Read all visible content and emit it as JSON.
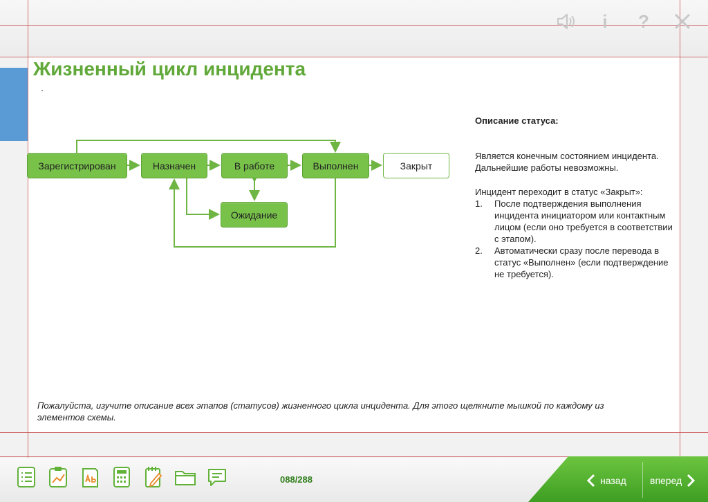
{
  "header": {
    "icons": [
      "speaker-icon",
      "info-icon",
      "help-icon",
      "close-icon"
    ],
    "info_glyph": "i",
    "help_glyph": "?"
  },
  "page": {
    "title": "Жизненный цикл инцидента"
  },
  "diagram": {
    "nodes": [
      {
        "id": "registered",
        "label": "Зарегистрирован",
        "selected": false
      },
      {
        "id": "assigned",
        "label": "Назначен",
        "selected": false
      },
      {
        "id": "in_progress",
        "label": "В работе",
        "selected": false
      },
      {
        "id": "done",
        "label": "Выполнен",
        "selected": false
      },
      {
        "id": "closed",
        "label": "Закрыт",
        "selected": true
      },
      {
        "id": "waiting",
        "label": "Ожидание",
        "selected": false
      }
    ],
    "colors": {
      "node_fill": "#78c24a",
      "node_border": "#5aa132",
      "edge": "#6fb544",
      "selected_fill": "#ffffff"
    }
  },
  "description": {
    "heading": "Описание статуса:",
    "paragraph": "Является конечным состоянием инцидента. Дальнейшие работы невозможны.",
    "intro": "Инцидент переходит в статус «Закрыт»:",
    "items": [
      {
        "num": "1.",
        "text": "После подтверждения выполнения инцидента инициатором или контактным лицом (если оно требуется в соответствии с этапом)."
      },
      {
        "num": "2.",
        "text": "Автоматически сразу после перевода в статус «Выполнен» (если подтверждение не требуется)."
      }
    ]
  },
  "instruction": "Пожалуйста, изучите описание всех этапов (статусов) жизненного цикла инцидента. Для этого щелкните мышкой по каждому из элементов схемы.",
  "footer": {
    "tools": [
      "list-icon",
      "clipboard-chart-icon",
      "book-icon",
      "calculator-icon",
      "notepad-pen-icon",
      "folder-icon",
      "message-icon"
    ],
    "page_counter": "088/288",
    "back_label": "назад",
    "forward_label": "вперед",
    "accent_color": "#4caf2a"
  }
}
